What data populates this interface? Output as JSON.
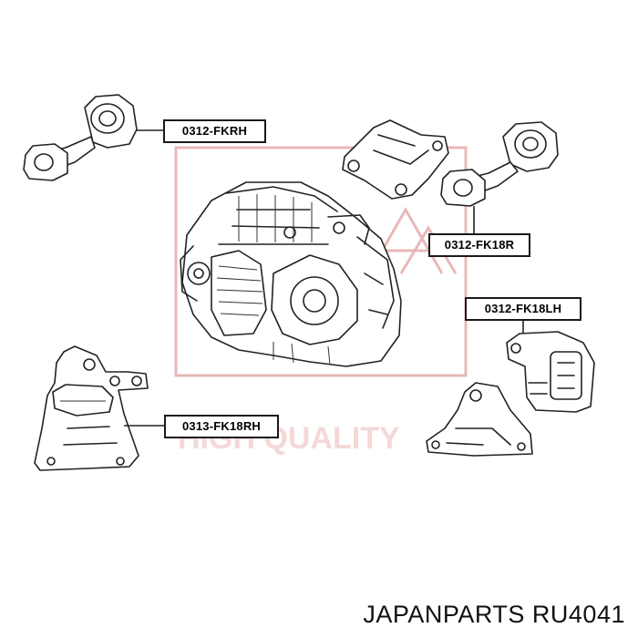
{
  "callouts": {
    "fkrh": "0312-FKRH",
    "fk18r": "0312-FK18R",
    "fk18lh": "0312-FK18LH",
    "fk18rh": "0313-FK18RH"
  },
  "watermark": {
    "color": "#e8b8b8",
    "text": "HIGH QUALITY"
  },
  "caption": "JAPANPARTS RU4041"
}
